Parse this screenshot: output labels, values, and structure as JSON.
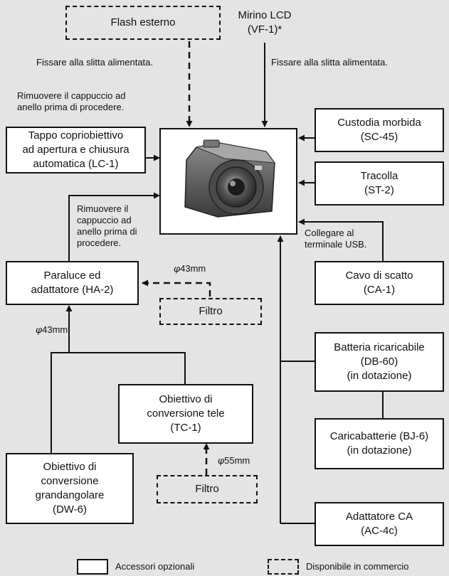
{
  "boxes": {
    "flash": {
      "lines": [
        "Flash esterno"
      ]
    },
    "lens_cap": {
      "lines": [
        "Tappo copriobiettivo",
        "ad apertura e chiusura",
        "automatica (LC-1)"
      ]
    },
    "case": {
      "lines": [
        "Custodia morbida",
        "(SC-45)"
      ]
    },
    "strap": {
      "lines": [
        "Tracolla",
        "(ST-2)"
      ]
    },
    "hood": {
      "lines": [
        "Paraluce ed",
        "adattatore (HA-2)"
      ]
    },
    "filter1": {
      "lines": [
        "Filtro"
      ]
    },
    "cable": {
      "lines": [
        "Cavo di scatto",
        "(CA-1)"
      ]
    },
    "battery": {
      "lines": [
        "Batteria ricaricabile",
        "(DB-60)",
        "(in dotazione)"
      ]
    },
    "tele": {
      "lines": [
        "Obiettivo di",
        "conversione tele",
        "(TC-1)"
      ]
    },
    "charger": {
      "lines": [
        "Caricabatterie (BJ-6)",
        "(in dotazione)"
      ]
    },
    "wide": {
      "lines": [
        "Obiettivo di",
        "conversione",
        "grandangolare",
        "(DW-6)"
      ]
    },
    "filter2": {
      "lines": [
        "Filtro"
      ]
    },
    "ac": {
      "lines": [
        "Adattatore CA",
        "(AC-4c)"
      ]
    }
  },
  "viewfinder": {
    "lines": [
      "Mirino LCD",
      "(VF-1)*"
    ]
  },
  "notes": {
    "flash_mount": "Fissare alla slitta alimentata.",
    "vf_mount": "Fissare alla slitta alimentata.",
    "cap_remove": [
      "Rimuovere il cappuccio ad",
      "anello prima di procedere."
    ],
    "hood_remove": [
      "Rimuovere il",
      "cappuccio ad",
      "anello prima di",
      "procedere."
    ],
    "usb": [
      "Collegare al",
      "terminale USB."
    ]
  },
  "dims": {
    "d1": {
      "sym": "φ",
      "val": "43mm"
    },
    "d2": {
      "sym": "φ",
      "val": "43mm"
    },
    "d3": {
      "sym": "φ",
      "val": "55mm"
    }
  },
  "legend": {
    "optional": "Accessori opzionali",
    "commercial": "Disponibile in commercio"
  },
  "camera": {
    "icon": "camera-icon"
  }
}
